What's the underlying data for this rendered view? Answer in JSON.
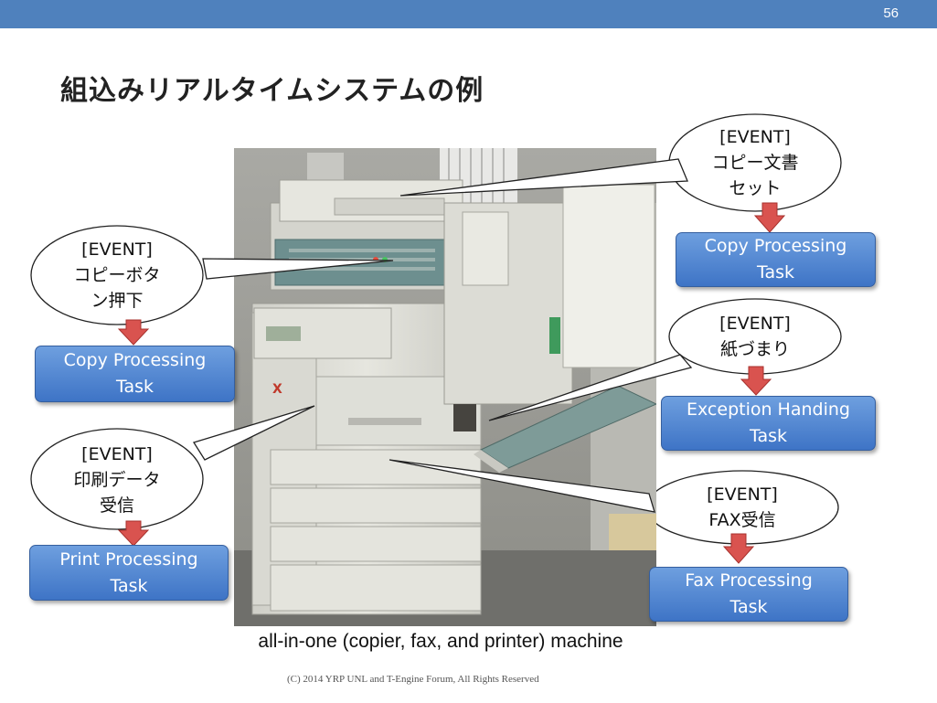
{
  "slide": {
    "page_number": "56",
    "title": "組込みリアルタイムシステムの例",
    "caption": "all-in-one (copier, fax, and printer) machine",
    "footer": "(C) 2014 YRP UNL and T-Engine Forum, All Rights Reserved"
  },
  "events": {
    "copy_button": {
      "line1": "[EVENT]",
      "line2": "コピーボタ",
      "line3": "ン押下"
    },
    "print_data": {
      "line1": "[EVENT]",
      "line2": "印刷データ",
      "line3": "受信"
    },
    "copy_document": {
      "line1": "[EVENT]",
      "line2": "コピー文書",
      "line3": "セット"
    },
    "paper_jam": {
      "line1": "[EVENT]",
      "line2": "紙づまり"
    },
    "fax_received": {
      "line1": "[EVENT]",
      "line2": "FAX受信"
    }
  },
  "tasks": {
    "left_copy": {
      "line1": "Copy Processing",
      "line2": "Task"
    },
    "left_print": {
      "line1": "Print Processing",
      "line2": "Task"
    },
    "right_copy": {
      "line1": "Copy Processing",
      "line2": "Task"
    },
    "right_exception": {
      "line1": "Exception Handing",
      "line2": "Task"
    },
    "right_fax": {
      "line1": "Fax Processing",
      "line2": "Task"
    }
  },
  "colors": {
    "accent": "#4f81bd",
    "task_fill": "#4a80cf",
    "arrow": "#d9534f"
  }
}
